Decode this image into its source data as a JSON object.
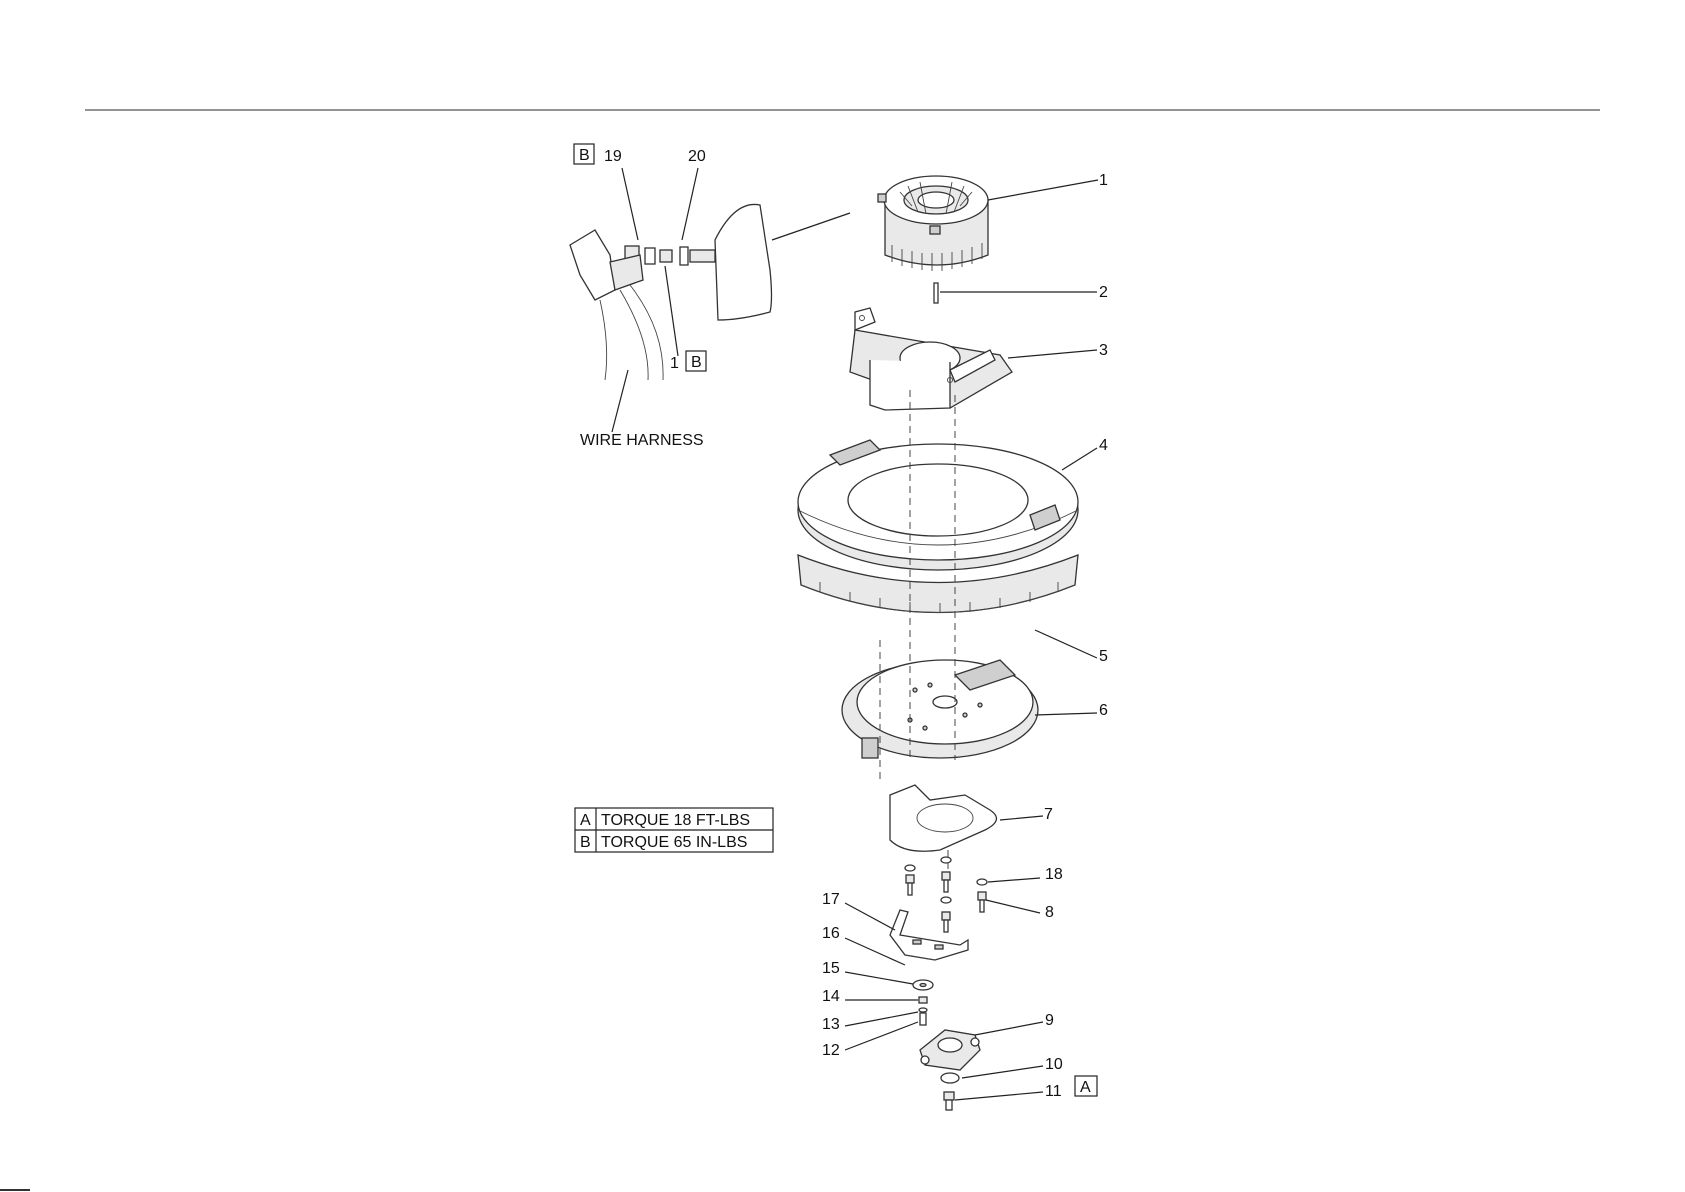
{
  "callouts": {
    "c1": "1",
    "c2": "2",
    "c3": "3",
    "c4": "4",
    "c5": "5",
    "c6": "6",
    "c7": "7",
    "c8": "8",
    "c9": "9",
    "c10": "10",
    "c11": "11",
    "c12": "12",
    "c13": "13",
    "c14": "14",
    "c15": "15",
    "c16": "16",
    "c17": "17",
    "c18": "18",
    "c19": "19",
    "c20": "20",
    "c1b": "1"
  },
  "tags": {
    "a": "A",
    "b": "B"
  },
  "labels": {
    "wire_harness": "WIRE HARNESS"
  },
  "torque_table": {
    "rows": [
      {
        "key": "A",
        "text": "TORQUE 18 FT-LBS"
      },
      {
        "key": "B",
        "text": "TORQUE 65 IN-LBS"
      }
    ]
  }
}
